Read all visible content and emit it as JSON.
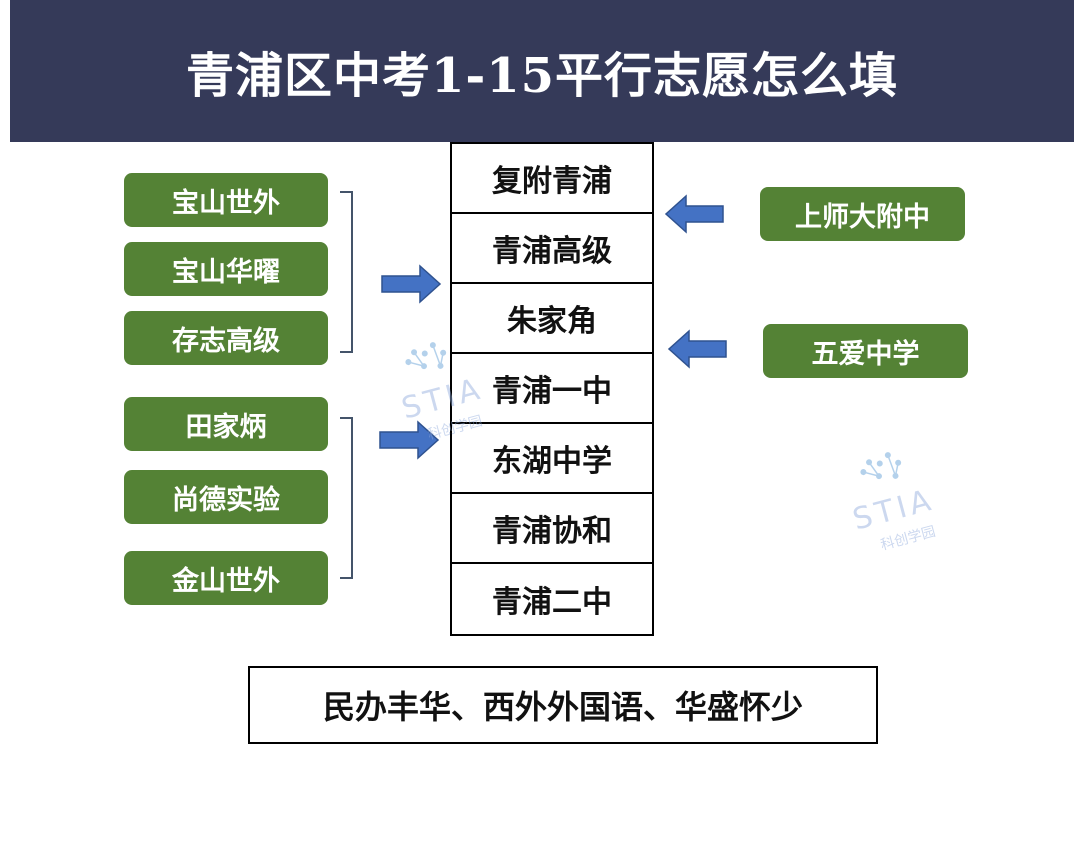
{
  "title": "青浦区中考1-15平行志愿怎么填",
  "left_group_1": [
    "宝山世外",
    "宝山华曜",
    "存志高级"
  ],
  "left_group_2": [
    "田家炳",
    "尚德实验",
    "金山世外"
  ],
  "center_schools": [
    "复附青浦",
    "青浦高级",
    "朱家角",
    "青浦一中",
    "东湖中学",
    "青浦协和",
    "青浦二中"
  ],
  "right_schools": [
    "上师大附中",
    "五爱中学"
  ],
  "footer": "民办丰华、西外外国语、华盛怀少",
  "watermark": {
    "logo": "STIA",
    "sub": "科创学园"
  },
  "colors": {
    "banner": "#353a59",
    "pill": "#548235",
    "arrow": "#4472c4"
  }
}
